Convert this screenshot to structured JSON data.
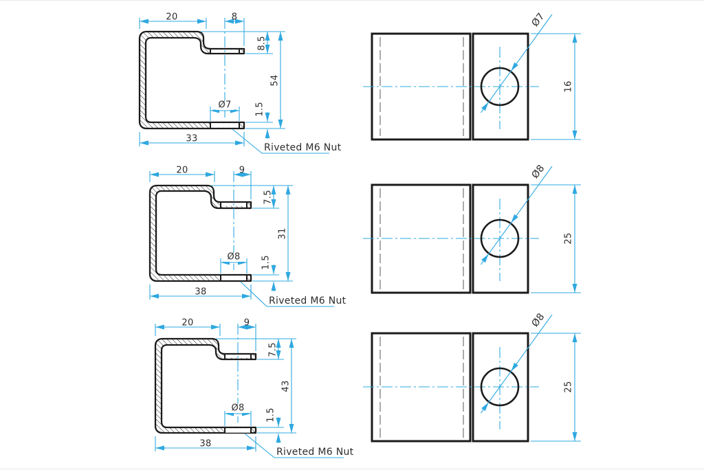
{
  "drawing": {
    "background": "#ffffff",
    "outline_color": "#1b1b1b",
    "dimension_color": "#2fa8e0",
    "hidden_line_color": "#8f8f8f",
    "text_color": "#2d2d2d",
    "rows": [
      {
        "section": {
          "width_top": "20",
          "lip_width": "8",
          "step_height": "8.5",
          "height": "54",
          "thickness": "1.5",
          "hole": "Ø7",
          "width_bottom": "33",
          "note": "Riveted M6 Nut"
        },
        "front": {
          "hole": "Ø7",
          "height": "16"
        }
      },
      {
        "section": {
          "width_top": "20",
          "lip_width": "9",
          "step_height": "7.5",
          "height": "31",
          "thickness": "1.5",
          "hole": "Ø8",
          "width_bottom": "38",
          "note": "Riveted M6 Nut"
        },
        "front": {
          "hole": "Ø8",
          "height": "25"
        }
      },
      {
        "section": {
          "width_top": "20",
          "lip_width": "9",
          "step_height": "7.5",
          "height": "43",
          "thickness": "1.5",
          "hole": "Ø8",
          "width_bottom": "38",
          "note": "Riveted M6 Nut"
        },
        "front": {
          "hole": "Ø8",
          "height": "25"
        }
      }
    ]
  }
}
